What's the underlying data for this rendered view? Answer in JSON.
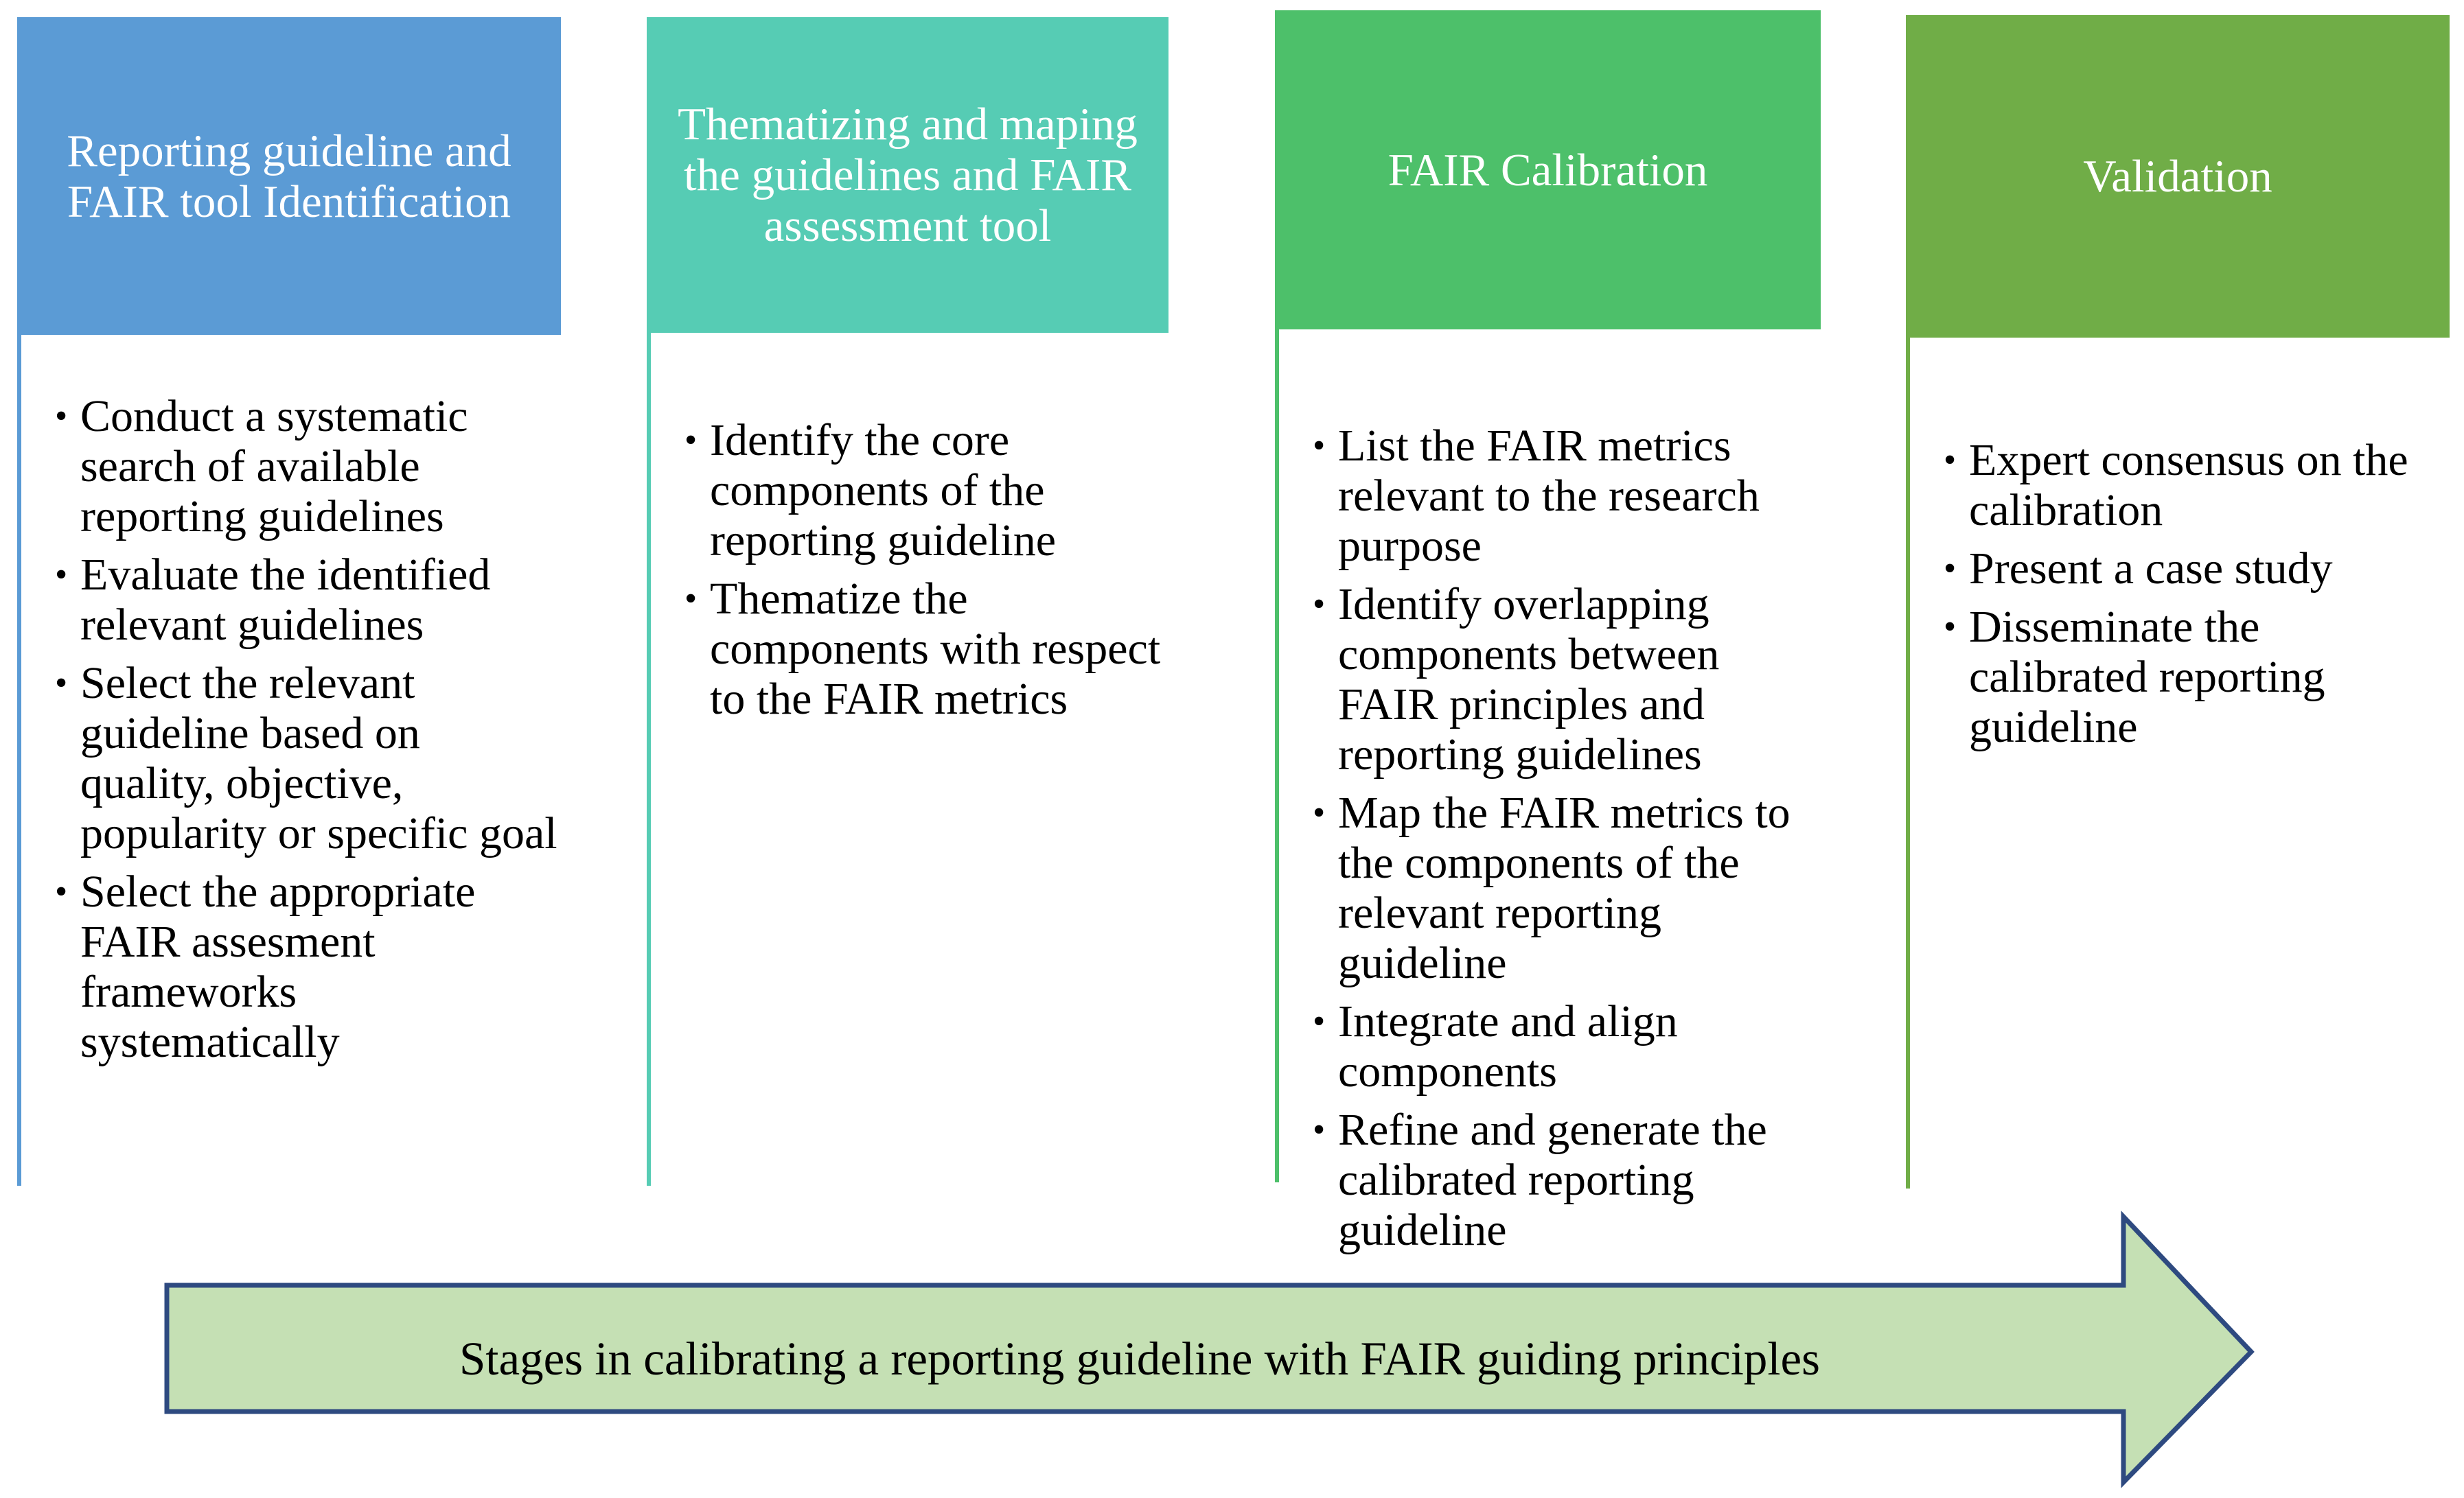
{
  "colors": {
    "stage1": "#5B9BD5",
    "stage2": "#56CCB4",
    "stage3": "#4DC06A",
    "stage4": "#70AD47",
    "arrow_fill": "#C5E0B4",
    "arrow_stroke": "#2E4A80"
  },
  "stages": [
    {
      "title": "Reporting guideline and FAIR tool Identification",
      "items": [
        "Conduct a systematic search of available reporting guidelines",
        "Evaluate the identified relevant guidelines",
        "Select the relevant guideline based on quality, objective, popularity or specific goal",
        "Select the appropriate FAIR assesment frameworks systematically"
      ]
    },
    {
      "title": "Thematizing and maping the guidelines and FAIR assessment tool",
      "items": [
        "Identify the core components of the reporting guideline",
        "Thematize the components with respect to the FAIR metrics"
      ]
    },
    {
      "title": "FAIR Calibration",
      "items": [
        "List the FAIR metrics relevant to the research purpose",
        "Identify overlapping components between FAIR principles and reporting guidelines",
        "Map the FAIR metrics to the components of the relevant reporting guideline",
        "Integrate and align components",
        "Refine and generate the calibrated reporting guideline"
      ]
    },
    {
      "title": "Validation",
      "items": [
        "Expert consensus on the calibration",
        "Present a case study",
        "Disseminate the calibrated reporting guideline"
      ]
    }
  ],
  "arrow": {
    "label": "Stages in calibrating a reporting guideline with FAIR guiding principles"
  }
}
